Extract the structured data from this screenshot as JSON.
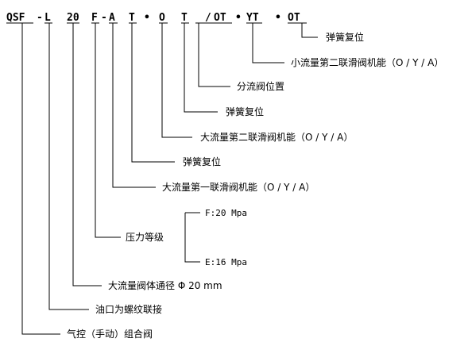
{
  "code": {
    "segments": [
      "QSF",
      "-",
      "L",
      "20",
      "F",
      "-",
      "A",
      "T",
      "•",
      "O",
      "T",
      "/",
      "OT",
      "•",
      "YT",
      "•",
      "OT"
    ]
  },
  "labels": {
    "l1": "弹簧复位",
    "l2": "小流量第二联滑阀机能（O / Y / A）",
    "l3": "分流阀位置",
    "l4": "弹簧复位",
    "l5": "大流量第二联滑阀机能（O / Y / A）",
    "l6": "弹簧复位",
    "l7": "大流量第一联滑阀机能（O / Y / A）",
    "l8_a": "F:20 Mpa",
    "l8_b": "E:16 Mpa",
    "l9": "压力等级",
    "l10": "大流量阀体通径  Φ 20 mm",
    "l11": "油口为螺纹联接",
    "l12": "气控（手动）组合阀"
  }
}
